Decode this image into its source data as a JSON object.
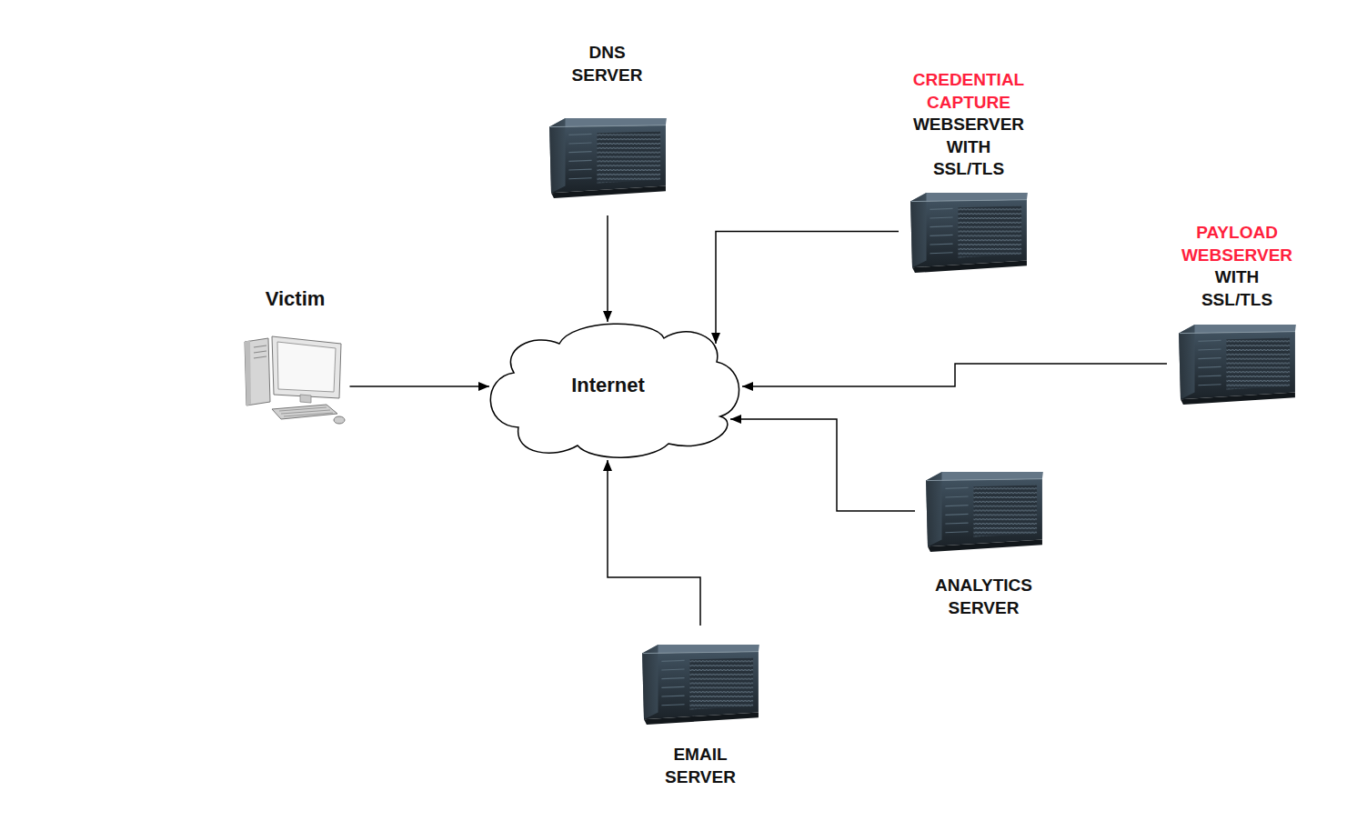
{
  "diagram": {
    "nodes": [
      {
        "text": [
          "DNS SERVER"
        ]
      },
      {
        "text": [
          "CREDENTIAL CAPTURE",
          "WEBSERVER WITH SSL/TLS"
        ]
      },
      {
        "text": [
          "PAYLOAD WEBSERVER",
          "WITH SSL/TLS"
        ]
      },
      {
        "text": [
          "Victim"
        ]
      },
      {
        "text": [
          "Internet"
        ]
      },
      {
        "text": [
          "ANALYTICS SERVER"
        ]
      },
      {
        "text": [
          "EMAIL SERVER"
        ]
      }
    ],
    "edges": [
      {
        "from": 0,
        "to": 4,
        "arrow": "to"
      },
      {
        "from": 1,
        "to": 4,
        "arrow": "to"
      },
      {
        "from": 3,
        "to": 4,
        "arrow": "to"
      },
      {
        "from": 2,
        "to": 4,
        "arrow": "to"
      },
      {
        "from": 5,
        "to": 4,
        "arrow": "to"
      },
      {
        "from": 6,
        "to": 4,
        "arrow": "to"
      }
    ]
  }
}
